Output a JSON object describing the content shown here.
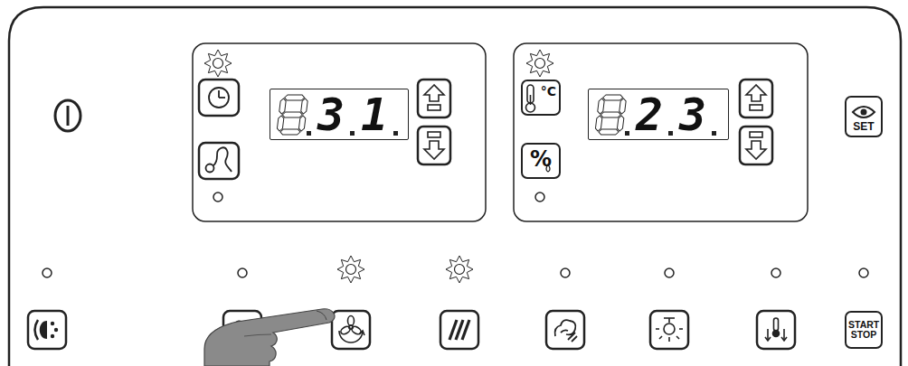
{
  "diagram": {
    "nodes": [
      {
        "text": [
          "31"
        ]
      },
      {
        "text": [
          "°C"
        ]
      },
      {
        "text": [
          "%"
        ]
      },
      {
        "text": [
          "23"
        ]
      },
      {
        "text": [
          "SET"
        ]
      },
      {
        "text": [
          "START STOP"
        ]
      }
    ]
  }
}
